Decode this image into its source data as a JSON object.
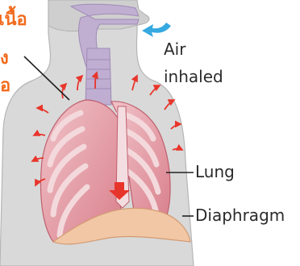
{
  "labels": {
    "air_line1": "Air",
    "air_line2": "inhaled",
    "lung": "Lung",
    "diaphragm": "Diaphragm",
    "thai_line1": "เนื้อ",
    "thai_line2": "ง",
    "thai_line3": "อ"
  },
  "colors": {
    "accent_orange": "#f26b1d",
    "arrow_red": "#e8352b",
    "air_arrow_blue": "#36a9e1",
    "airway_purple": "#b8a4c9",
    "body_gray": "#d6d6d6",
    "lung_pink": "#e8a3ad"
  }
}
